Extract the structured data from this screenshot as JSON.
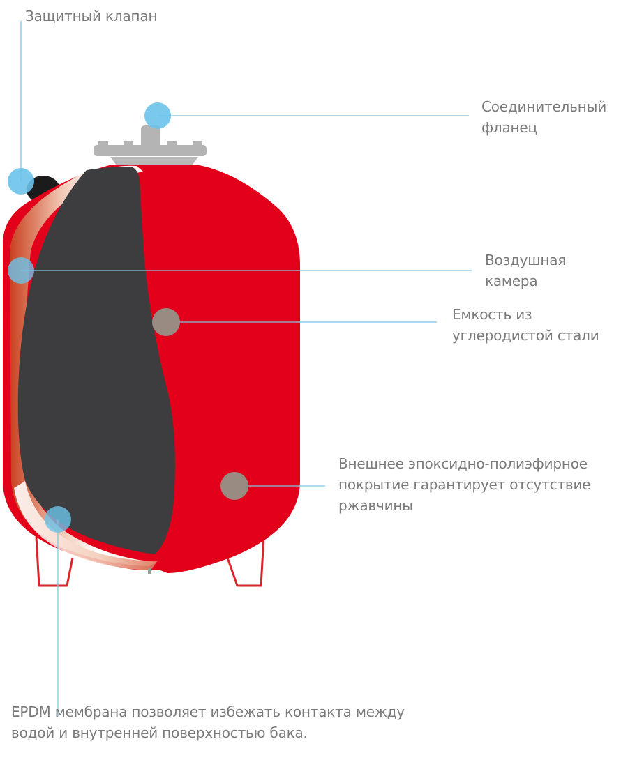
{
  "diagram": {
    "type": "expansion-tank-cutaway",
    "colors": {
      "tank_red": "#e2001a",
      "membrane_dark": "#3d3d3f",
      "flange_gray": "#b4b4b4",
      "callout_blue": "#6cc3ea",
      "callout_gray": "#9a8b82",
      "leader_line": "#7fc5e0",
      "label_text": "#7b7b7b"
    },
    "labels": {
      "safety_valve": "Защитный клапан",
      "flange": "Соединительный\nфланец",
      "air_chamber": "Воздушная\nкамера",
      "steel_vessel": "Емкость из\nуглеродистой стали",
      "coating": "Внешнее эпоксидно-полиэфирное\nпокрытие гарантирует отсутствие\nржавчины",
      "membrane": "EPDM мембрана позволяет избежать контакта между\nводой и внутренней поверхностью бака."
    }
  }
}
